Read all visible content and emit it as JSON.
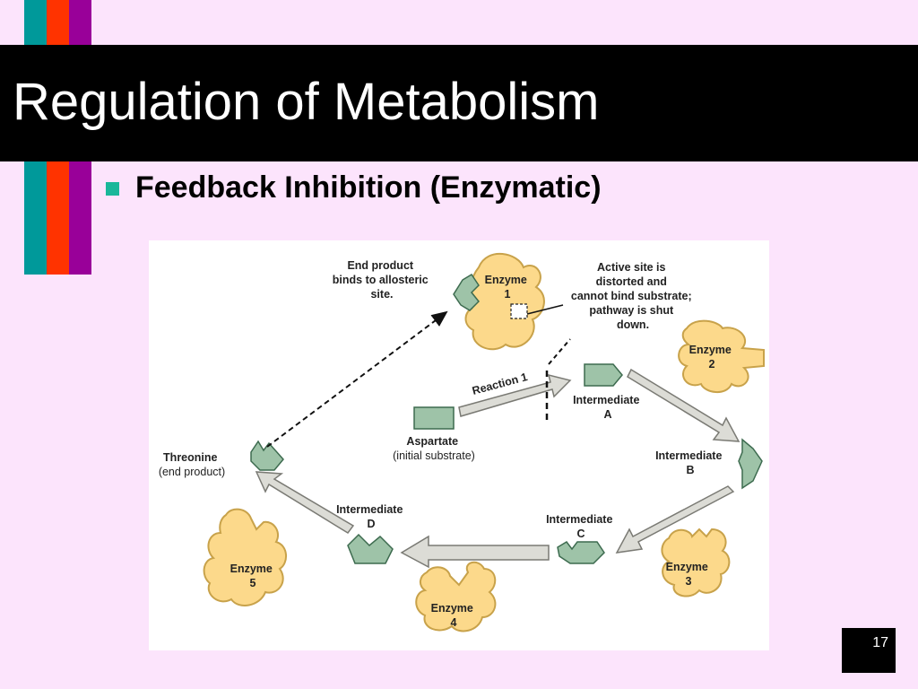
{
  "slide": {
    "title": "Regulation of Metabolism",
    "bullet": "Feedback Inhibition (Enzymatic)",
    "page_number": "17",
    "stripe_colors": [
      "#00999a",
      "#ff3300",
      "#990099"
    ]
  },
  "diagram": {
    "labels": {
      "end_product_binds": [
        "End product",
        "binds to allosteric",
        "site."
      ],
      "active_site": [
        "Active site is",
        "distorted and",
        "cannot bind substrate;",
        "pathway is shut",
        "down."
      ],
      "reaction": "Reaction 1",
      "aspartate": [
        "Aspartate",
        "(initial substrate)"
      ],
      "intermediate_a": [
        "Intermediate",
        "A"
      ],
      "intermediate_b": [
        "Intermediate",
        "B"
      ],
      "intermediate_c": [
        "Intermediate",
        "C"
      ],
      "intermediate_d": [
        "Intermediate",
        "D"
      ],
      "threonine": [
        "Threonine",
        "(end product)"
      ],
      "enzyme1": [
        "Enzyme",
        "1"
      ],
      "enzyme2": [
        "Enzyme",
        "2"
      ],
      "enzyme3": [
        "Enzyme",
        "3"
      ],
      "enzyme4": [
        "Enzyme",
        "4"
      ],
      "enzyme5": [
        "Enzyme",
        "5"
      ]
    },
    "colors": {
      "enzyme_fill": "#fcd98b",
      "enzyme_stroke": "#c8a24a",
      "molecule_fill": "#9ec3a8",
      "molecule_stroke": "#3d6b4f",
      "arrow_fill": "#dcdcd6",
      "arrow_stroke": "#7a7a74"
    }
  }
}
